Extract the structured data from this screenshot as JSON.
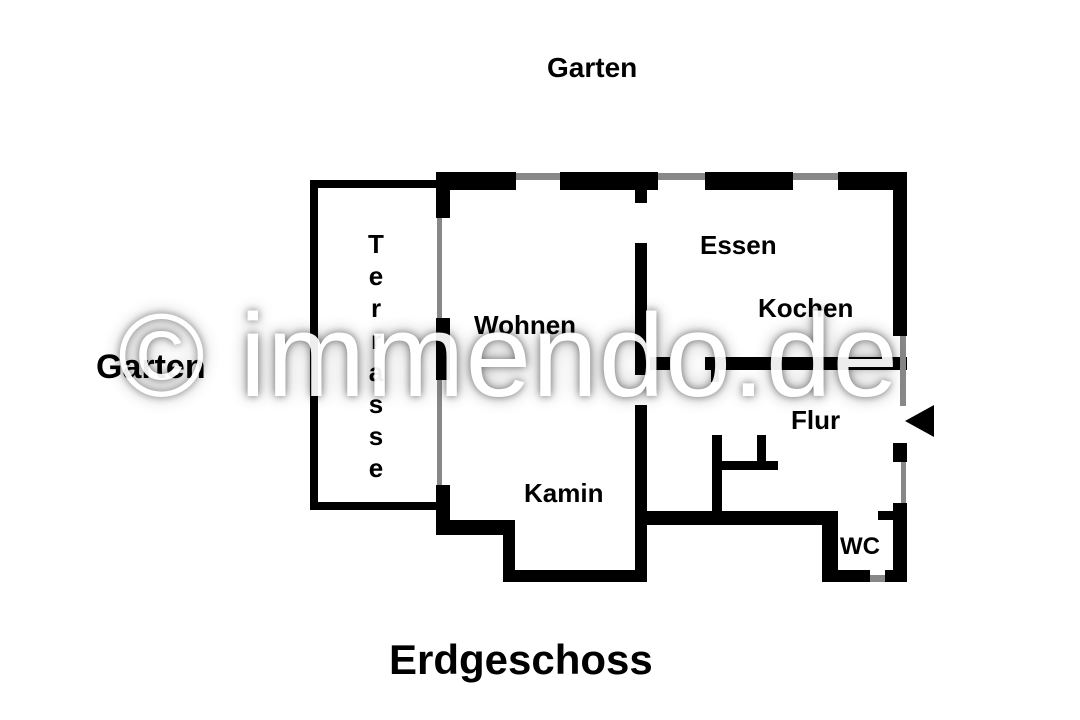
{
  "labels": {
    "garden_top": "Garten",
    "garden_left": "Garten",
    "terrace": "Terrasse",
    "living": "Wohnen",
    "dining": "Essen",
    "kitchen": "Kochen",
    "hall": "Flur",
    "fireplace": "Kamin",
    "wc": "WC",
    "floor_title": "Erdgeschoss"
  },
  "terrace_letters": [
    "T",
    "e",
    "r",
    "r",
    "a",
    "s",
    "s",
    "e"
  ],
  "watermark": "© immendo.de",
  "colors": {
    "wall": "#000000",
    "window": "#888888"
  }
}
